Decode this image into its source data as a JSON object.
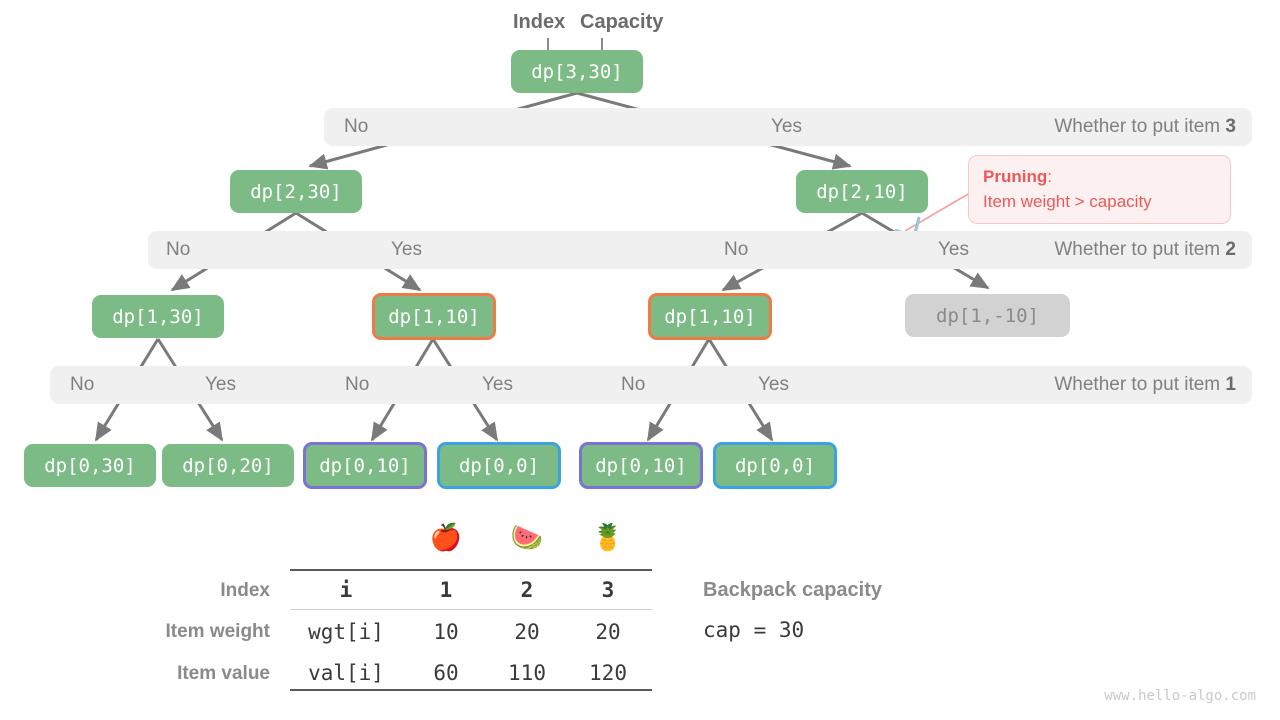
{
  "annotations": {
    "index_label": "Index",
    "capacity_label": "Capacity"
  },
  "tree": {
    "nodes": [
      {
        "id": "n0",
        "label": "dp[3,30]",
        "style": "plain"
      },
      {
        "id": "n1",
        "label": "dp[2,30]",
        "style": "plain"
      },
      {
        "id": "n2",
        "label": "dp[2,10]",
        "style": "plain"
      },
      {
        "id": "n3",
        "label": "dp[1,30]",
        "style": "plain"
      },
      {
        "id": "n4",
        "label": "dp[1,10]",
        "style": "orange"
      },
      {
        "id": "n5",
        "label": "dp[1,10]",
        "style": "orange"
      },
      {
        "id": "n6",
        "label": "dp[1,-10]",
        "style": "muted"
      },
      {
        "id": "n7",
        "label": "dp[0,30]",
        "style": "plain"
      },
      {
        "id": "n8",
        "label": "dp[0,20]",
        "style": "plain"
      },
      {
        "id": "n9",
        "label": "dp[0,10]",
        "style": "purple"
      },
      {
        "id": "n10",
        "label": "dp[0,0]",
        "style": "blue"
      },
      {
        "id": "n11",
        "label": "dp[0,10]",
        "style": "purple"
      },
      {
        "id": "n12",
        "label": "dp[0,0]",
        "style": "blue"
      }
    ],
    "bands": [
      {
        "question": "Whether to put item ",
        "item": "3",
        "choices": [
          "No",
          "Yes"
        ]
      },
      {
        "question": "Whether to put item ",
        "item": "2",
        "choices": [
          "No",
          "Yes",
          "No",
          "Yes"
        ]
      },
      {
        "question": "Whether to put item ",
        "item": "1",
        "choices": [
          "No",
          "Yes",
          "No",
          "Yes",
          "No",
          "Yes"
        ]
      }
    ]
  },
  "pruning": {
    "title": "Pruning",
    "colon": ":",
    "reason": "Item weight > capacity",
    "color": "#e85a5a",
    "icon": "scissors-icon"
  },
  "table": {
    "row_labels": [
      "Index",
      "Item weight",
      "Item value"
    ],
    "name_column": [
      "i",
      "wgt[i]",
      "val[i]"
    ],
    "item_icons": [
      "apple",
      "watermelon",
      "pineapple"
    ],
    "item_emoji": [
      "🍎",
      "🍉",
      "🍍"
    ],
    "columns": [
      "1",
      "2",
      "3"
    ],
    "weights": [
      "10",
      "20",
      "20"
    ],
    "values": [
      "60",
      "110",
      "120"
    ]
  },
  "capacity": {
    "label": "Backpack capacity",
    "value": "cap = 30"
  },
  "watermark": "www.hello-algo.com",
  "colors": {
    "node_green": "#7cbb85",
    "ring_orange": "#f07a45",
    "ring_purple": "#7a72d4",
    "ring_blue": "#3aa3e0",
    "muted_grey": "#d2d2d2",
    "band_grey": "#f0f0f0",
    "edge_grey": "#7a7a7a",
    "prune_red": "#e85a5a"
  }
}
